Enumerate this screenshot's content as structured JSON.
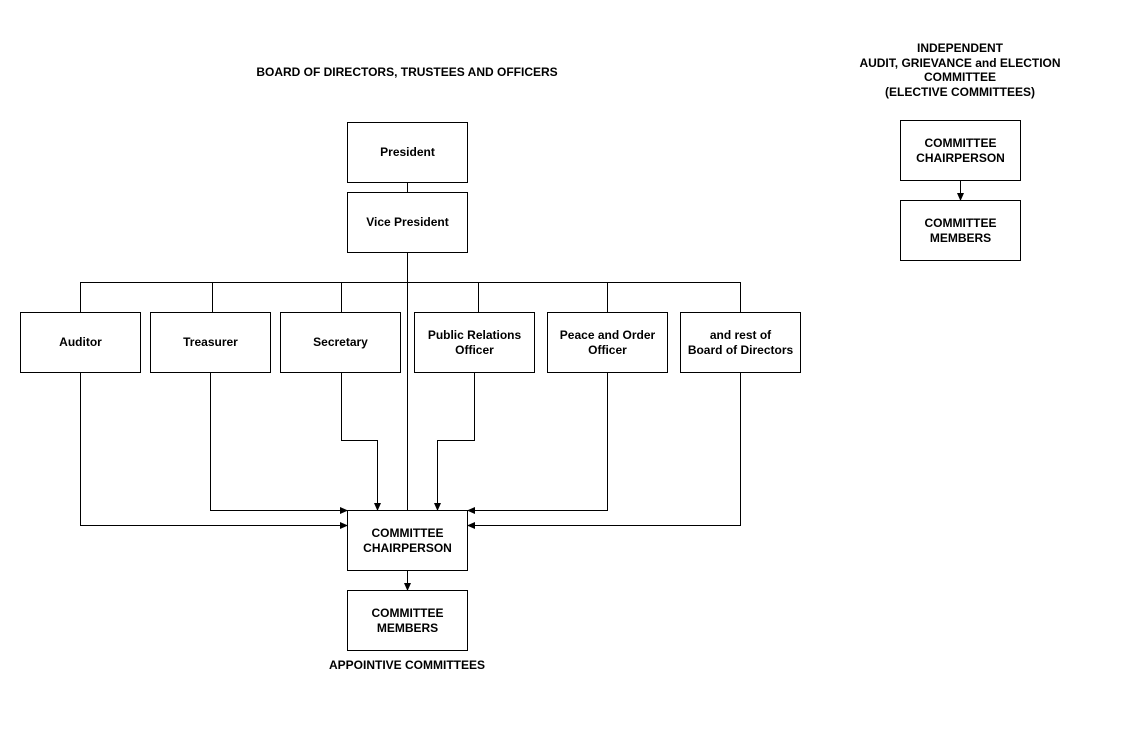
{
  "titles": {
    "board": "BOARD OF DIRECTORS, TRUSTEES AND OFFICERS",
    "independent": "INDEPENDENT\nAUDIT, GRIEVANCE and ELECTION\nCOMMITTEE\n(ELECTIVE COMMITTEES)",
    "appointive": "APPOINTIVE COMMITTEES"
  },
  "board": {
    "president": "President",
    "vice_president": "Vice President",
    "officers": [
      "Auditor",
      "Treasurer",
      "Secretary",
      "Public Relations\nOfficer",
      "Peace and Order\nOfficer",
      "and rest of\nBoard of Directors"
    ],
    "committee_chairperson": "COMMITTEE\nCHAIRPERSON",
    "committee_members": "COMMITTEE\nMEMBERS"
  },
  "independent": {
    "committee_chairperson": "COMMITTEE\nCHAIRPERSON",
    "committee_members": "COMMITTEE\nMEMBERS"
  }
}
